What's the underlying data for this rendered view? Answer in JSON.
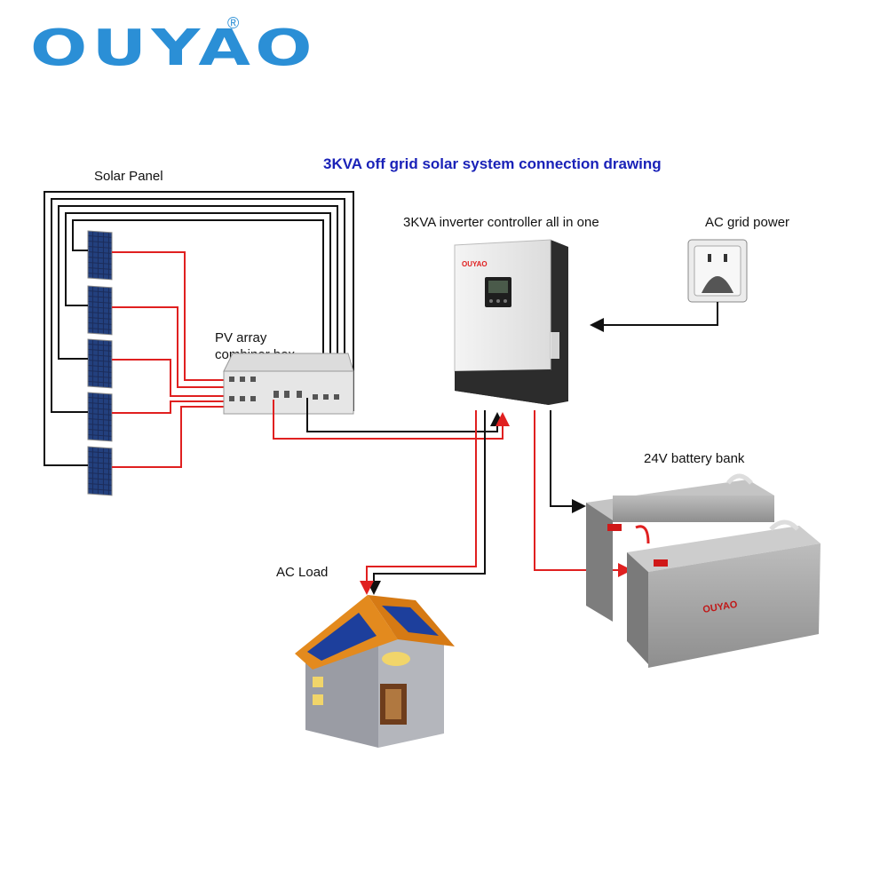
{
  "brand": {
    "name": "OUYAO",
    "registered": "®"
  },
  "title": "3KVA off grid solar system connection drawing",
  "labels": {
    "solar_panel": "Solar Panel",
    "inverter": "3KVA inverter controller all in one",
    "grid": "AC grid power",
    "combiner_line1": "PV array",
    "combiner_line2": "combiner box",
    "battery": "24V battery bank",
    "load": "AC Load"
  },
  "inverter_brand": "OUYAO",
  "battery_brand": "OUYAO",
  "colors": {
    "brand": "#2b8fd6",
    "title": "#1a22b8",
    "positive_wire": "#e02020",
    "negative_wire": "#111111"
  }
}
